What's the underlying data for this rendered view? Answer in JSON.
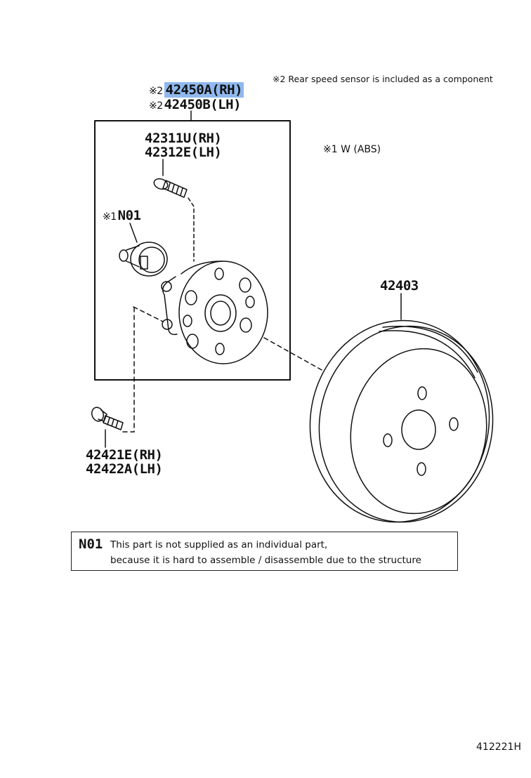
{
  "notes": {
    "sensor_note": "※2 Rear speed sensor is included as a component",
    "abs_note": "※1 W (ABS)"
  },
  "parts": {
    "hub_assy": {
      "mark": "※2",
      "rh": "42450A(RH)",
      "lh": "42450B(LH)",
      "mark_lh": "※2"
    },
    "hub_bolt": {
      "rh": "42311U(RH)",
      "lh": "42312E(LH)"
    },
    "sensor": {
      "mark": "※1",
      "code": "N01"
    },
    "drum": {
      "code": "42403"
    },
    "mount_bolt": {
      "rh": "42421E(RH)",
      "lh": "42422A(LH)"
    }
  },
  "notice": {
    "code": "N01",
    "line1": "This part is not supplied as an individual part,",
    "line2": "because it is hard to assemble / disassemble due to the structure"
  },
  "footer": {
    "diagram_id": "412221H"
  },
  "colors": {
    "highlight": "#8fb8ee",
    "ink": "#111111"
  }
}
